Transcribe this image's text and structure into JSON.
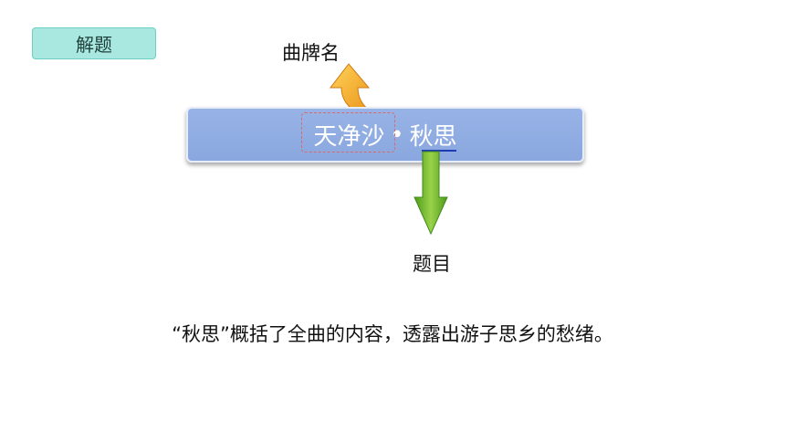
{
  "section_badge": "解题",
  "label_qupai": "曲牌名",
  "label_timu": "题目",
  "title": {
    "qupai": "天净沙",
    "separator": "•",
    "timu": "秋思"
  },
  "sentence": "“秋思”概括了全曲的内容，透露出游子思乡的愁绪。",
  "colors": {
    "badge_bg": "#a8e8e0",
    "title_bg": "#8aa7df",
    "arrow_up": "#f0a020",
    "arrow_down": "#6cb22a"
  }
}
